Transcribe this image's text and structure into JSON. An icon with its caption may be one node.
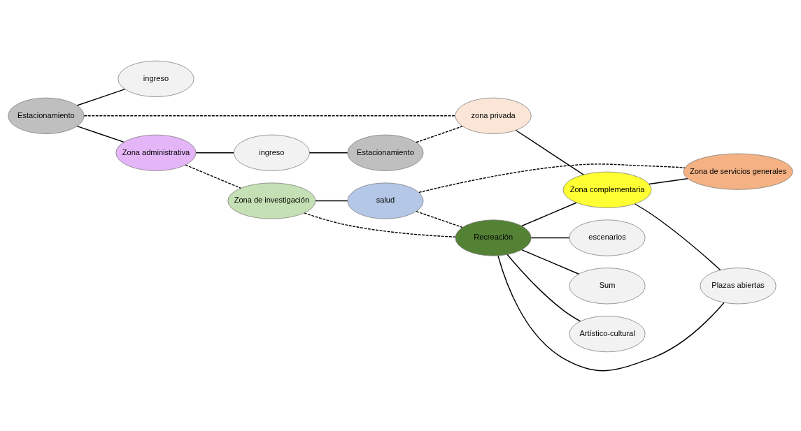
{
  "diagram": {
    "nodes": [
      {
        "text": [
          "Estacionamiento"
        ]
      },
      {
        "text": [
          "ingreso"
        ]
      },
      {
        "text": [
          "Zona administrativa"
        ]
      },
      {
        "text": [
          "ingreso"
        ]
      },
      {
        "text": [
          "Estacionamiento"
        ]
      },
      {
        "text": [
          "Zona de investigación"
        ]
      },
      {
        "text": [
          "salud"
        ]
      },
      {
        "text": [
          "zona privada"
        ]
      },
      {
        "text": [
          "Recreación"
        ]
      },
      {
        "text": [
          "Zona complementaria"
        ]
      },
      {
        "text": [
          "Zona de servicios generales"
        ]
      },
      {
        "text": [
          "Artístico-cultural"
        ]
      },
      {
        "text": [
          "Plazas abiertas"
        ]
      },
      {
        "text": [
          "escenarios"
        ]
      },
      {
        "text": [
          "Sum"
        ]
      }
    ],
    "edges": [
      {
        "from": 0,
        "to": 1,
        "arrow": "none"
      },
      {
        "from": 0,
        "to": 2,
        "arrow": "none"
      },
      {
        "from": 2,
        "to": 3,
        "arrow": "none"
      },
      {
        "from": 3,
        "to": 4,
        "arrow": "none"
      },
      {
        "from": 0,
        "to": 7,
        "arrow": "none",
        "style": "dashed"
      },
      {
        "from": 2,
        "to": 5,
        "arrow": "none",
        "style": "dashed"
      },
      {
        "from": 4,
        "to": 7,
        "arrow": "none",
        "style": "dashed"
      },
      {
        "from": 5,
        "to": 8,
        "arrow": "none",
        "style": "dashed"
      },
      {
        "from": 5,
        "to": 6,
        "arrow": "none"
      },
      {
        "from": 6,
        "to": 8,
        "arrow": "none",
        "style": "dashed"
      },
      {
        "from": 6,
        "to": 10,
        "arrow": "none",
        "style": "dashed"
      },
      {
        "from": 8,
        "to": 9,
        "arrow": "none"
      },
      {
        "from": 9,
        "to": 10,
        "arrow": "none"
      },
      {
        "from": 7,
        "to": 9,
        "arrow": "none"
      },
      {
        "from": 8,
        "to": 11,
        "arrow": "none"
      },
      {
        "from": 8,
        "to": 12,
        "arrow": "none"
      },
      {
        "from": 8,
        "to": 13,
        "arrow": "none"
      },
      {
        "from": 8,
        "to": 14,
        "arrow": "none"
      },
      {
        "from": 9,
        "to": 12,
        "arrow": "none"
      }
    ]
  }
}
